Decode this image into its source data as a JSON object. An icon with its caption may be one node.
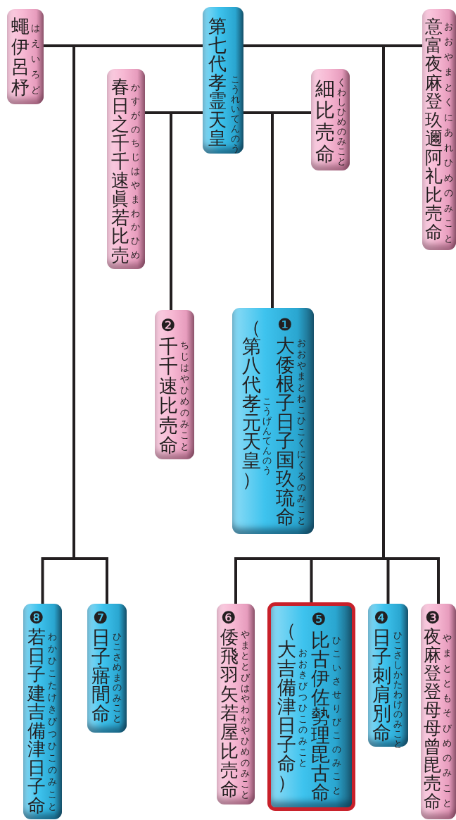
{
  "diagram": {
    "nodes": [
      {
        "text": [
          "蠅伊呂杼",
          "はえいろど"
        ]
      },
      {
        "text": [
          "第七代孝霊天皇",
          "こうれいてんのう"
        ]
      },
      {
        "text": [
          "意富夜麻登玖邇阿礼比売命",
          "おおやまとくにあれひめのみこと"
        ]
      },
      {
        "text": [
          "春日之千千速眞若比売",
          "かすがのちじはやまわかひめ"
        ]
      },
      {
        "text": [
          "細比売命",
          "くわしひめのみこと"
        ]
      },
      {
        "text": [
          "❷",
          "千千速比売命",
          "ちじはやひめのみこと"
        ]
      },
      {
        "text": [
          "❶",
          "大倭根子日子国玖琉命",
          "おおやまとねこひこくにくるのみこと",
          "（第八代孝元天皇）",
          "こうげんてんのう"
        ]
      },
      {
        "text": [
          "❽",
          "若日子建吉備津日子命",
          "わかひこたけきびつひこのみこと"
        ]
      },
      {
        "text": [
          "❼",
          "日子寤間命",
          "ひこさめまのみこと"
        ]
      },
      {
        "text": [
          "❻",
          "倭飛羽矢若屋比売命",
          "やまととびはやわかやひめのみこと"
        ]
      },
      {
        "text": [
          "❺",
          "比古伊佐勢理毘古命",
          "ひこいさせりびこのみこと",
          "（大吉備津日子命）",
          "おおきびつひこのみこと"
        ]
      },
      {
        "text": [
          "❹",
          "日子刺肩別命",
          "ひこさしかたわけのみこと"
        ]
      },
      {
        "text": [
          "❸",
          "夜麻登登母母曾毘売命",
          "やまとともそびめのみこと"
        ]
      }
    ],
    "edges": [
      {
        "from": 0,
        "to": 1,
        "arrow": "none"
      },
      {
        "from": 1,
        "to": 2,
        "arrow": "none"
      },
      {
        "from": 3,
        "to": 1,
        "arrow": "none"
      },
      {
        "from": 1,
        "to": 4,
        "arrow": "none"
      },
      {
        "from": 3,
        "to": 5,
        "arrow": "none"
      },
      {
        "from": 4,
        "to": 6,
        "arrow": "none"
      },
      {
        "from": 0,
        "to": 7,
        "arrow": "none"
      },
      {
        "from": 0,
        "to": 8,
        "arrow": "none"
      },
      {
        "from": 2,
        "to": 9,
        "arrow": "none"
      },
      {
        "from": 2,
        "to": 10,
        "arrow": "none"
      },
      {
        "from": 2,
        "to": 11,
        "arrow": "none"
      },
      {
        "from": 2,
        "to": 12,
        "arrow": "none"
      }
    ]
  }
}
